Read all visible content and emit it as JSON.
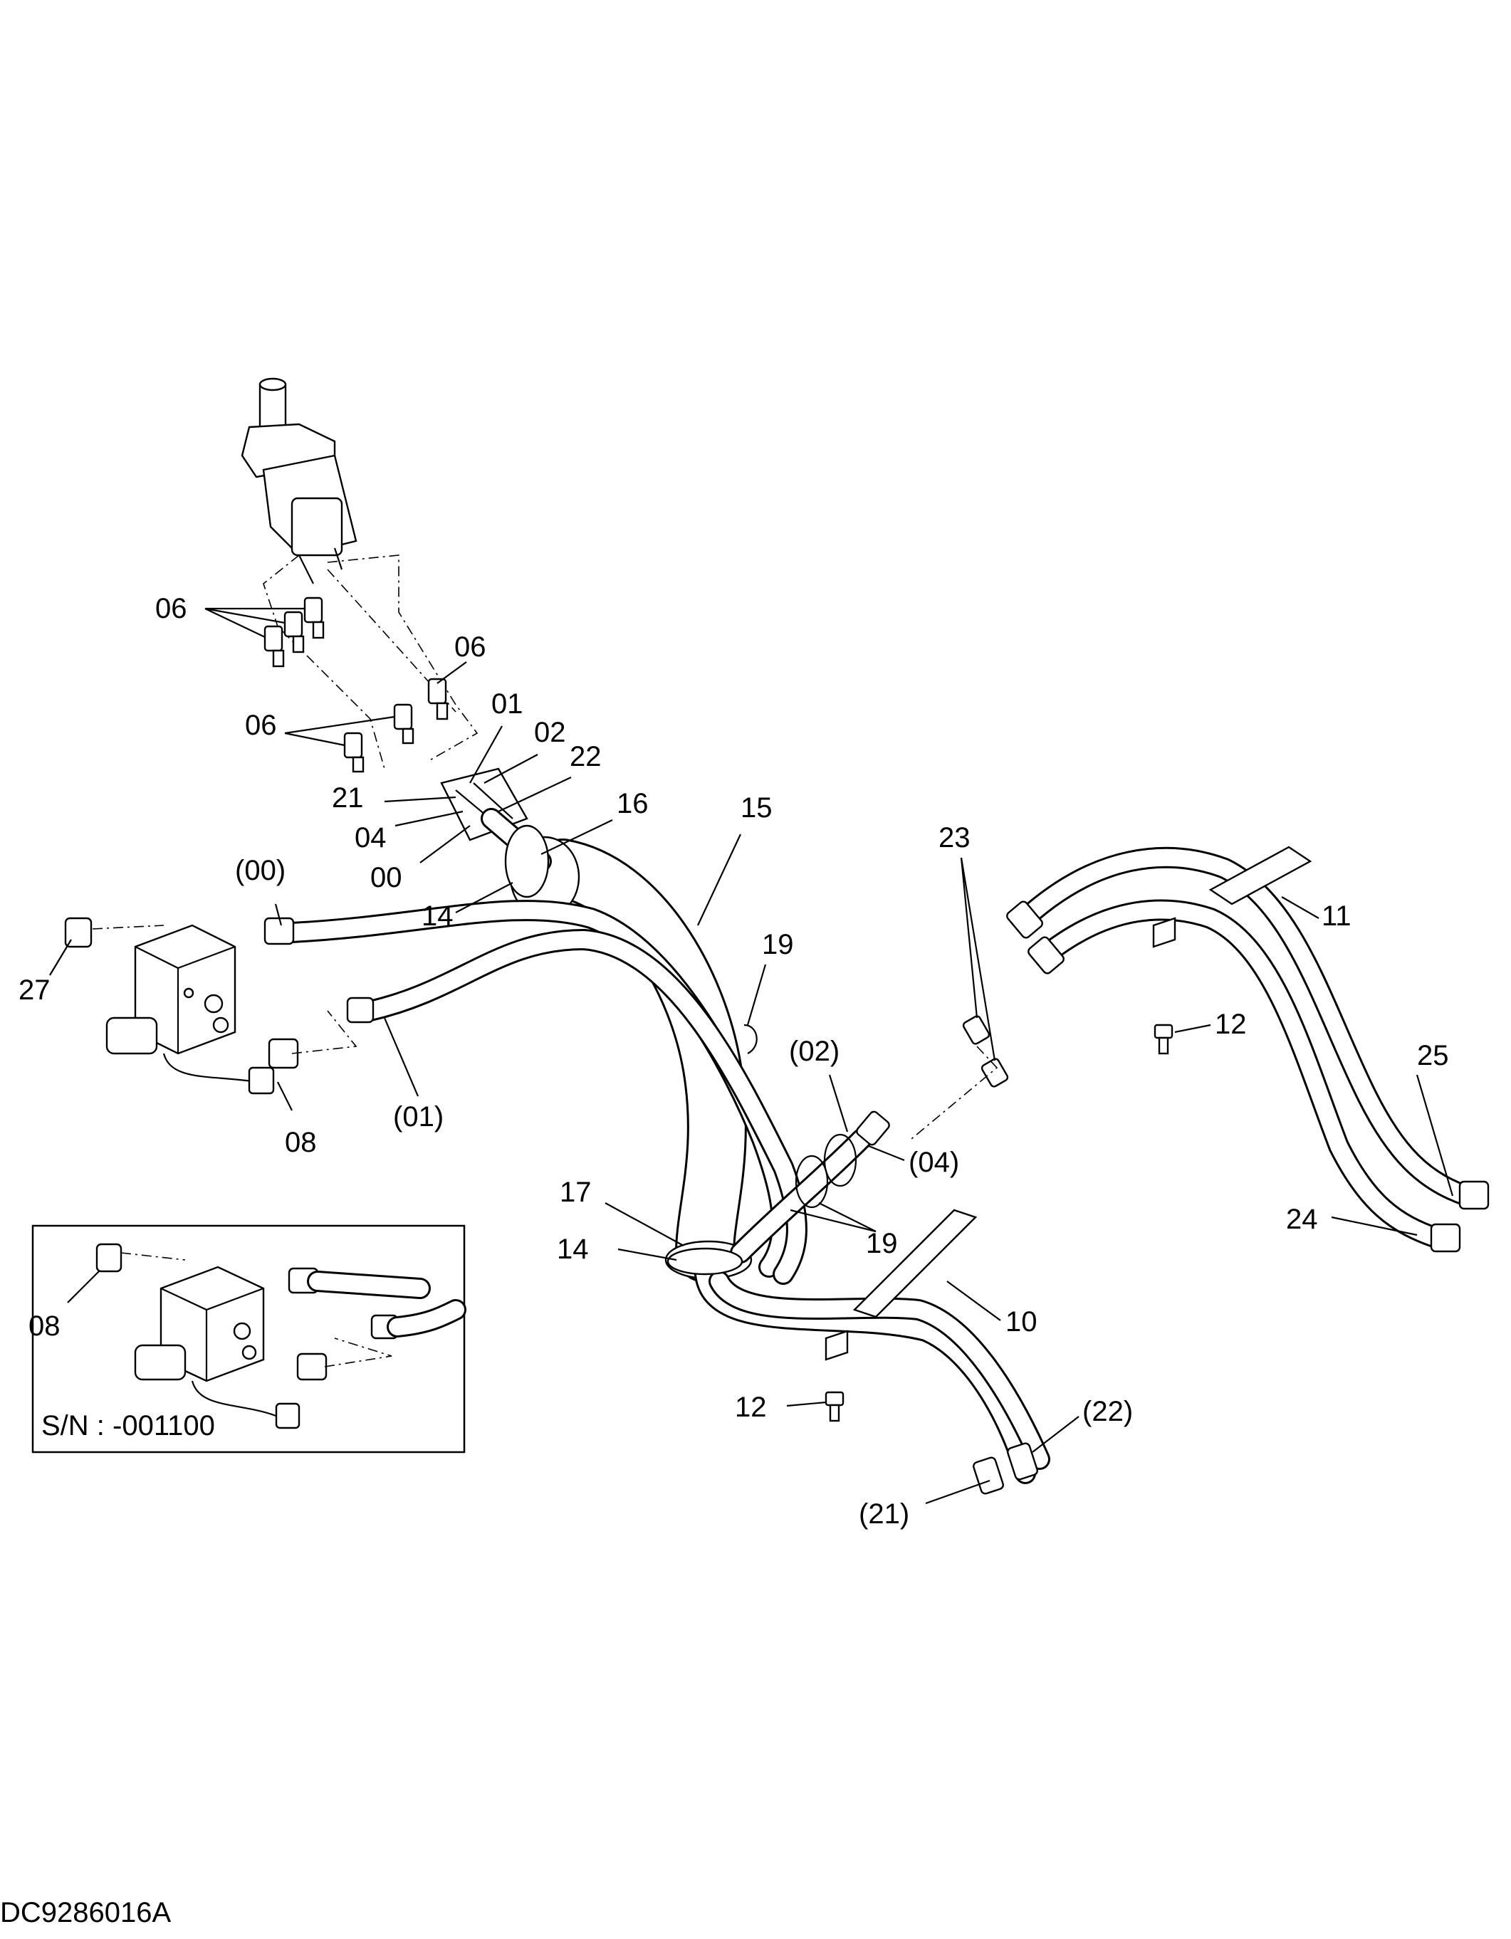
{
  "document_code": "DC9286016A",
  "inset": {
    "serial_text": "S/N : -001100",
    "callout": "08"
  },
  "callouts": {
    "c06_a": "06",
    "c06_b": "06",
    "c06_c": "06",
    "c01": "01",
    "c02": "02",
    "c22": "22",
    "c21": "21",
    "c16": "16",
    "c15": "15",
    "c04": "04",
    "c00": "00",
    "c14_a": "14",
    "c00p": "(00)",
    "c27": "27",
    "c08": "08",
    "c01p": "(01)",
    "c19_a": "19",
    "c23": "23",
    "c11": "11",
    "c12_a": "12",
    "c02p": "(02)",
    "c04p": "(04)",
    "c25": "25",
    "c24": "24",
    "c17": "17",
    "c14_b": "14",
    "c19_b": "19",
    "c10": "10",
    "c12_b": "12",
    "c22p": "(22)",
    "c21p": "(21)"
  }
}
